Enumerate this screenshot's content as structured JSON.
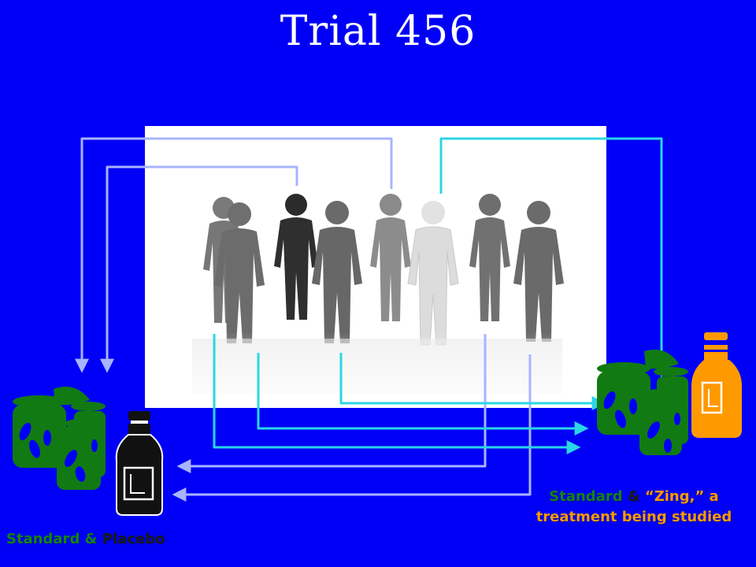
{
  "title": "Trial 456",
  "colors": {
    "background": "#0000f6",
    "title": "#ffffff",
    "arrow_placebo": "#a8b4ff",
    "arrow_zing": "#2ad6e6",
    "pill_green": "#127a12",
    "bottle_placebo": "#111111",
    "bottle_zing": "#ff9900"
  },
  "participants_photo": {
    "icon": "people-group-icon"
  },
  "groups": {
    "placebo": {
      "pills_icon": "pill-bottles-icon",
      "bottle_icon": "dark-bottle-icon",
      "label_standard": "Standard",
      "label_amp": "&",
      "label_treatment": "Placebo"
    },
    "zing": {
      "pills_icon": "pill-bottles-icon",
      "bottle_icon": "orange-bottle-icon",
      "label_standard": "Standard",
      "label_amp": "&",
      "label_treatment": "“Zing,” a treatment being studied"
    }
  }
}
